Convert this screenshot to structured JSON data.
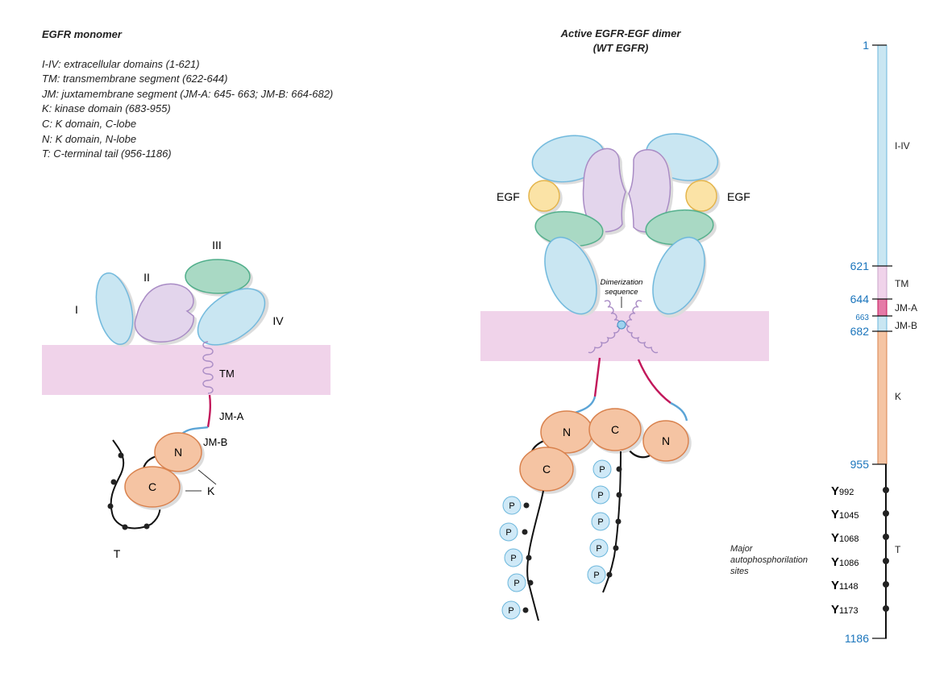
{
  "legend": {
    "title": "EGFR monomer",
    "lines": [
      "I-IV: extracellular domains (1-621)",
      "TM: transmembrane segment (622-644)",
      "JM: juxtamembrane segment (JM-A: 645- 663; JM-B: 664-682)",
      "K: kinase domain (683-955)",
      "C: K domain, C-lobe",
      "N: K domain, N-lobe",
      "T: C-terminal tail (956-1186)"
    ]
  },
  "dimer_title": {
    "line1": "Active EGFR-EGF dimer",
    "line2": "(WT EGFR)"
  },
  "monomer_labels": {
    "I": "I",
    "II": "II",
    "III": "III",
    "IV": "IV",
    "TM": "TM",
    "JM_A": "JM-A",
    "JM_B": "JM-B",
    "N": "N",
    "C": "C",
    "K": "K",
    "T": "T"
  },
  "dimer_labels": {
    "EGF_left": "EGF",
    "EGF_right": "EGF",
    "dimerization_1": "Dimerization",
    "dimerization_2": "sequence",
    "N": "N",
    "C": "C",
    "P": "P"
  },
  "bar": {
    "ticks": [
      "1",
      "621",
      "644",
      "663",
      "682",
      "955",
      "1186"
    ],
    "segments": [
      "I-IV",
      "TM",
      "JM-A",
      "JM-B",
      "K",
      "T"
    ],
    "sites": [
      {
        "y": "Y",
        "num": "992"
      },
      {
        "y": "Y",
        "num": "1045"
      },
      {
        "y": "Y",
        "num": "1068"
      },
      {
        "y": "Y",
        "num": "1086"
      },
      {
        "y": "Y",
        "num": "1148"
      },
      {
        "y": "Y",
        "num": "1173"
      }
    ],
    "sites_note": [
      "Major",
      "autophosphorilation",
      "sites"
    ]
  },
  "colors": {
    "extracellular": "#c9e6f2",
    "domain_II": "#e3d5ec",
    "domain_III": "#a9d9c4",
    "egf": "#fbe3a6",
    "kinase": "#f5c4a3",
    "membrane": "#f0d3ea",
    "jm_a": "#c2185b",
    "jm_b": "#5ba4d6",
    "tick_blue": "#1b75bc"
  }
}
